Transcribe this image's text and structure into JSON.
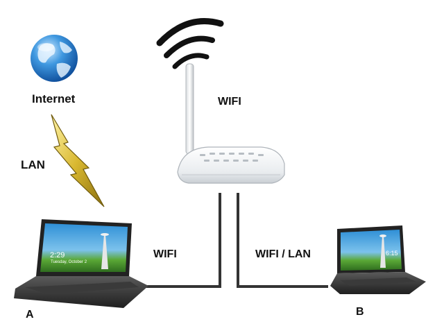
{
  "labels": {
    "internet": "Internet",
    "lan": "LAN",
    "wifi_router": "WIFI",
    "wifi_left": "WIFI",
    "wifi_lan": "WIFI / LAN",
    "laptop_a": "A",
    "laptop_b": "B"
  },
  "laptop_a_screen": {
    "clock": "2:29",
    "date": "Tuesday, October 2"
  },
  "laptop_b_screen": {
    "clock": "6:15"
  },
  "icons": {
    "internet": "globe-icon",
    "lan_link": "lightning-bolt-icon",
    "router": "wifi-router-icon",
    "signal": "wifi-signal-icon",
    "laptop_a": "laptop-icon",
    "laptop_b": "laptop-icon"
  },
  "colors": {
    "globe_blue": "#2f86d8",
    "bolt_gold": "#c9a81a",
    "line": "#333333"
  }
}
